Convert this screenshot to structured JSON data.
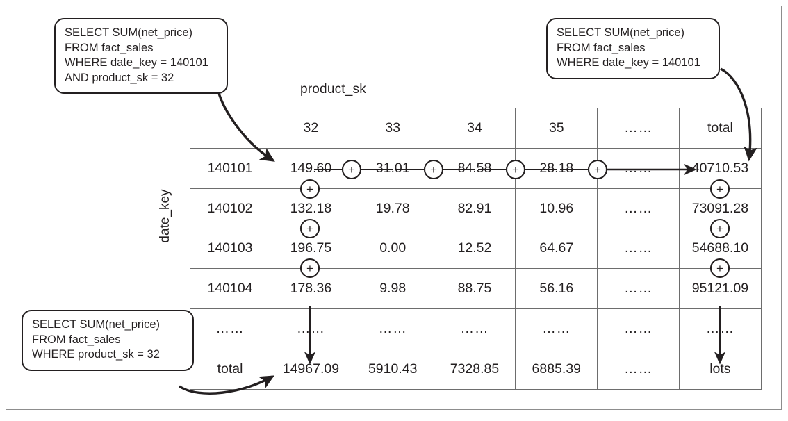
{
  "figure": {
    "axis_labels": {
      "columns": "product_sk",
      "rows": "date_key"
    },
    "callouts": [
      {
        "id": "top-left",
        "text": "SELECT SUM(net_price)\nFROM fact_sales\nWHERE date_key = 140101\nAND product_sk = 32"
      },
      {
        "id": "top-right",
        "text": "SELECT SUM(net_price)\nFROM fact_sales\nWHERE date_key = 140101"
      },
      {
        "id": "bottom-left",
        "text": "SELECT SUM(net_price)\nFROM fact_sales\nWHERE product_sk = 32"
      }
    ],
    "operator_symbol": "+",
    "corner_label": ""
  },
  "chart_data": {
    "type": "table",
    "title": "",
    "xlabel": "product_sk",
    "ylabel": "date_key",
    "column_headers": [
      "32",
      "33",
      "34",
      "35",
      "……",
      "total"
    ],
    "row_headers": [
      "140101",
      "140102",
      "140103",
      "140104",
      "……",
      "total"
    ],
    "rows": [
      [
        "149.60",
        "31.01",
        "84.58",
        "28.18",
        "……",
        "40710.53"
      ],
      [
        "132.18",
        "19.78",
        "82.91",
        "10.96",
        "……",
        "73091.28"
      ],
      [
        "196.75",
        "0.00",
        "12.52",
        "64.67",
        "……",
        "54688.10"
      ],
      [
        "178.36",
        "9.98",
        "88.75",
        "56.16",
        "……",
        "95121.09"
      ],
      [
        "……",
        "……",
        "……",
        "……",
        "……",
        "……"
      ],
      [
        "14967.09",
        "5910.43",
        "7328.85",
        "6885.39",
        "……",
        "lots"
      ]
    ]
  }
}
